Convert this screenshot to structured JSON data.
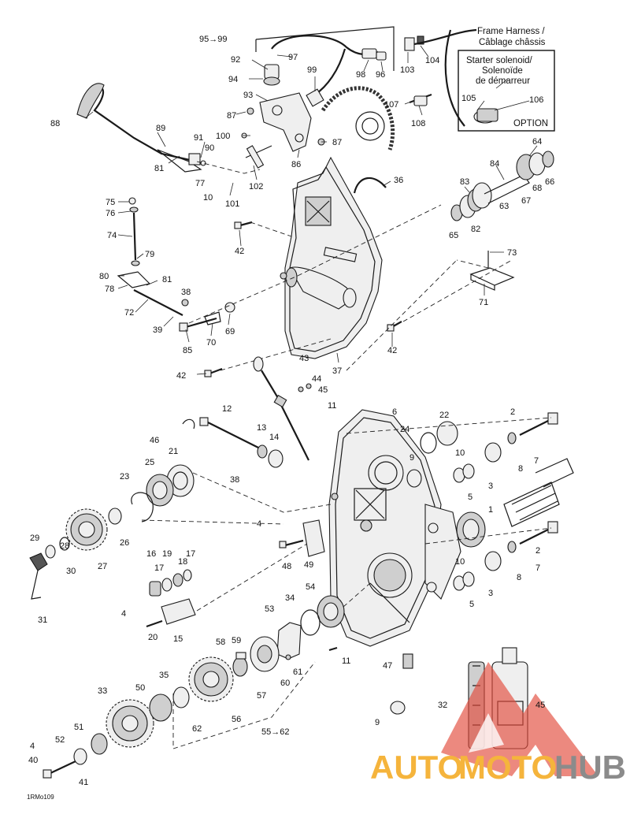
{
  "diagram_code": "1RMo109",
  "callout_box": {
    "frame_harness_line1": "Frame Harness /",
    "frame_harness_line2": "Câblage châssis",
    "starter_line1": "Starter solenoid/",
    "starter_line2": "Solenoïde",
    "starter_line3": "de démarreur",
    "option": "OPTION"
  },
  "watermark": {
    "part1": "AUTO",
    "part2": "MOTO",
    "part3": "HUB"
  },
  "labels": {
    "l95_99": "95→99",
    "l97": "97",
    "l92": "92",
    "l94": "94",
    "l93": "93",
    "l99": "99",
    "l98": "98",
    "l96": "96",
    "l103": "103",
    "l104": "104",
    "l105": "105",
    "l106": "106",
    "l107": "107",
    "l108": "108",
    "l88": "88",
    "l89": "89",
    "l91": "91",
    "l90": "90",
    "l81a": "81",
    "l77": "77",
    "l87a": "87",
    "l87b": "87",
    "l100": "100",
    "l86": "86",
    "l36": "36",
    "l64": "64",
    "l84": "84",
    "l83": "83",
    "l68": "68",
    "l66": "66",
    "l63": "63",
    "l67": "67",
    "l65": "65",
    "l82": "82",
    "l73": "73",
    "l71": "71",
    "l102": "102",
    "l101": "101",
    "l10a": "10",
    "l75": "75",
    "l76": "76",
    "l74": "74",
    "l79": "79",
    "l80": "80",
    "l81b": "81",
    "l78": "78",
    "l38a": "38",
    "l72": "72",
    "l39": "39",
    "l85": "85",
    "l70": "70",
    "l69": "69",
    "l42a": "42",
    "l42b": "42",
    "l42c": "42",
    "l37": "37",
    "l43": "43",
    "l44": "44",
    "l45a": "45",
    "l11a": "11",
    "l6": "6",
    "l22": "22",
    "l2a": "2",
    "l12": "12",
    "l46": "46",
    "l13": "13",
    "l14": "14",
    "l24": "24",
    "l9a": "9",
    "l10b": "10",
    "l7a": "7",
    "l8a": "8",
    "l3a": "3",
    "l5a": "5",
    "l38b": "38",
    "l25": "25",
    "l21": "21",
    "l23": "23",
    "l1": "1",
    "l29": "29",
    "l28": "28",
    "l26": "26",
    "l30": "30",
    "l27": "27",
    "l31": "31",
    "l4a": "4",
    "l48": "48",
    "l49": "49",
    "l2b": "2",
    "l10c": "10",
    "l7b": "7",
    "l8b": "8",
    "l3b": "3",
    "l5b": "5",
    "l16": "16",
    "l19": "19",
    "l17a": "17",
    "l17b": "17",
    "l18": "18",
    "l4b": "4",
    "l20": "20",
    "l15": "15",
    "l54": "54",
    "l34": "34",
    "l53": "53",
    "l11b": "11",
    "l47": "47",
    "l58": "58",
    "l59": "59",
    "l61": "61",
    "l60": "60",
    "l57": "57",
    "l35": "35",
    "l50": "50",
    "l33": "33",
    "l56": "56",
    "l62": "62",
    "l55_62": "55→62",
    "l32": "32",
    "l45b": "45",
    "l9b": "9",
    "l51": "51",
    "l52": "52",
    "l4c": "4",
    "l40": "40",
    "l41": "41"
  }
}
